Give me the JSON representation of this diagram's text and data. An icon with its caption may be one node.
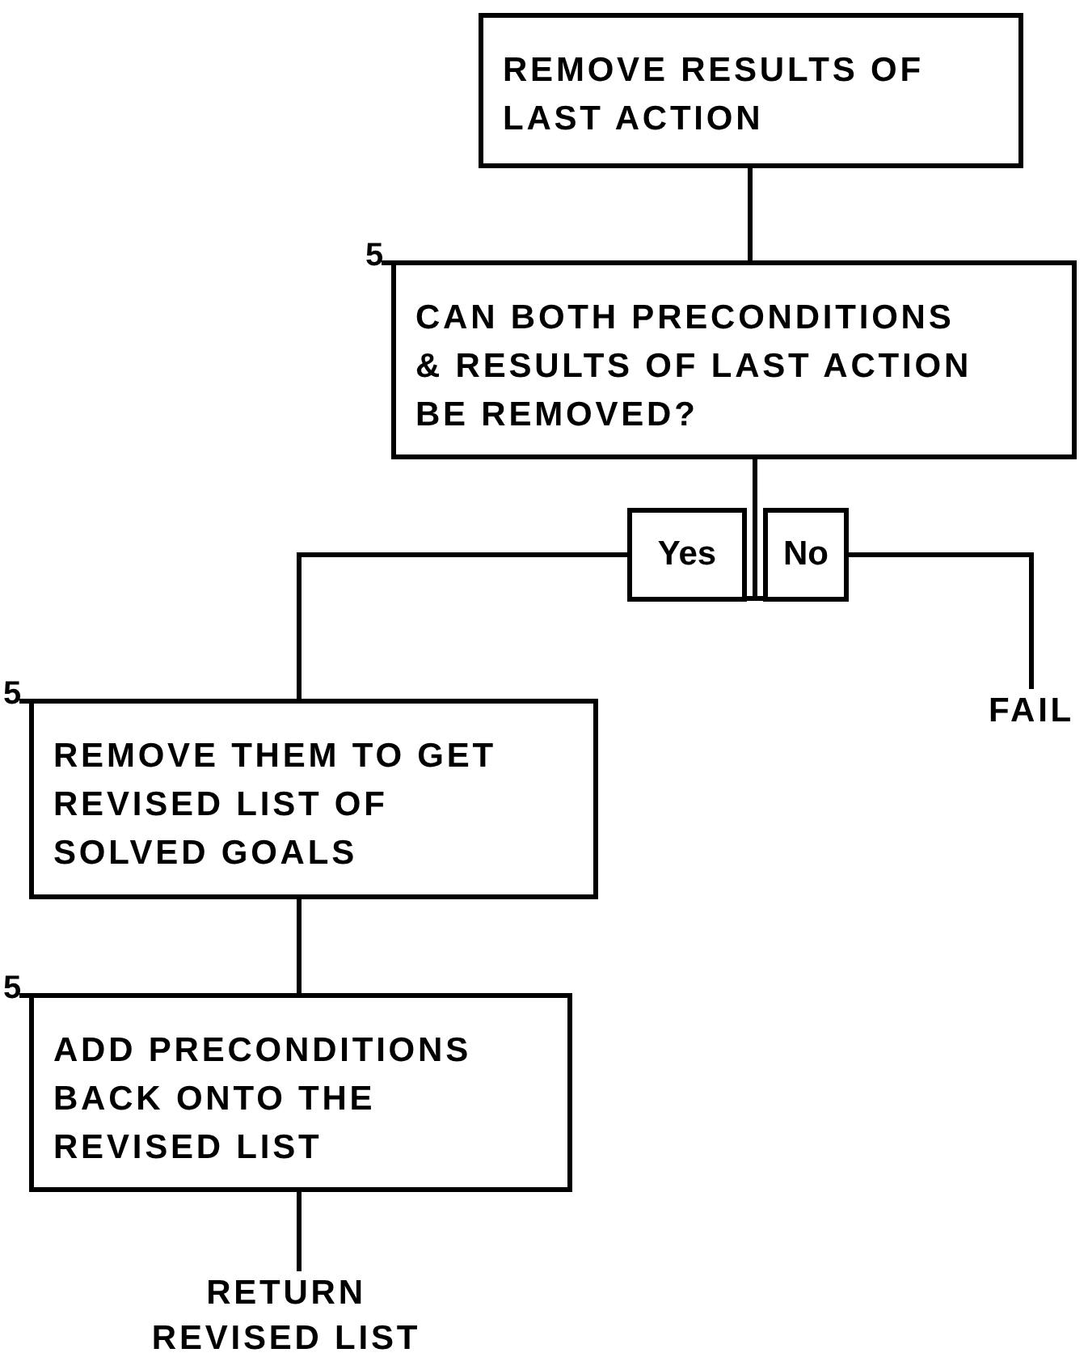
{
  "diagram": {
    "nodes": [
      {
        "text": [
          "REMOVE RESULTS OF LAST ACTION"
        ]
      },
      {
        "text": [
          "CAN BOTH PRECONDITIONS & RESULTS OF LAST ACTION BE REMOVED?"
        ],
        "beside": [
          "5"
        ]
      },
      {
        "text": [
          "Yes"
        ]
      },
      {
        "text": [
          "No"
        ]
      },
      {
        "text": [
          "FAIL"
        ]
      },
      {
        "text": [
          "REMOVE THEM TO GET REVISED LIST OF SOLVED GOALS"
        ],
        "beside": [
          "5"
        ]
      },
      {
        "text": [
          "ADD PRECONDITIONS BACK ONTO THE REVISED LIST"
        ],
        "beside": [
          "5"
        ]
      },
      {
        "text": [
          "RETURN REVISED LIST"
        ]
      }
    ],
    "edges": [
      {
        "from": 0,
        "to": 1,
        "arrow": "none"
      },
      {
        "from": 1,
        "to": 2,
        "arrow": "none"
      },
      {
        "from": 1,
        "to": 3,
        "arrow": "none"
      },
      {
        "from": 2,
        "to": 5,
        "arrow": "none"
      },
      {
        "from": 3,
        "to": 4,
        "arrow": "none"
      },
      {
        "from": 5,
        "to": 6,
        "arrow": "none"
      },
      {
        "from": 6,
        "to": 7,
        "arrow": "none"
      }
    ]
  }
}
